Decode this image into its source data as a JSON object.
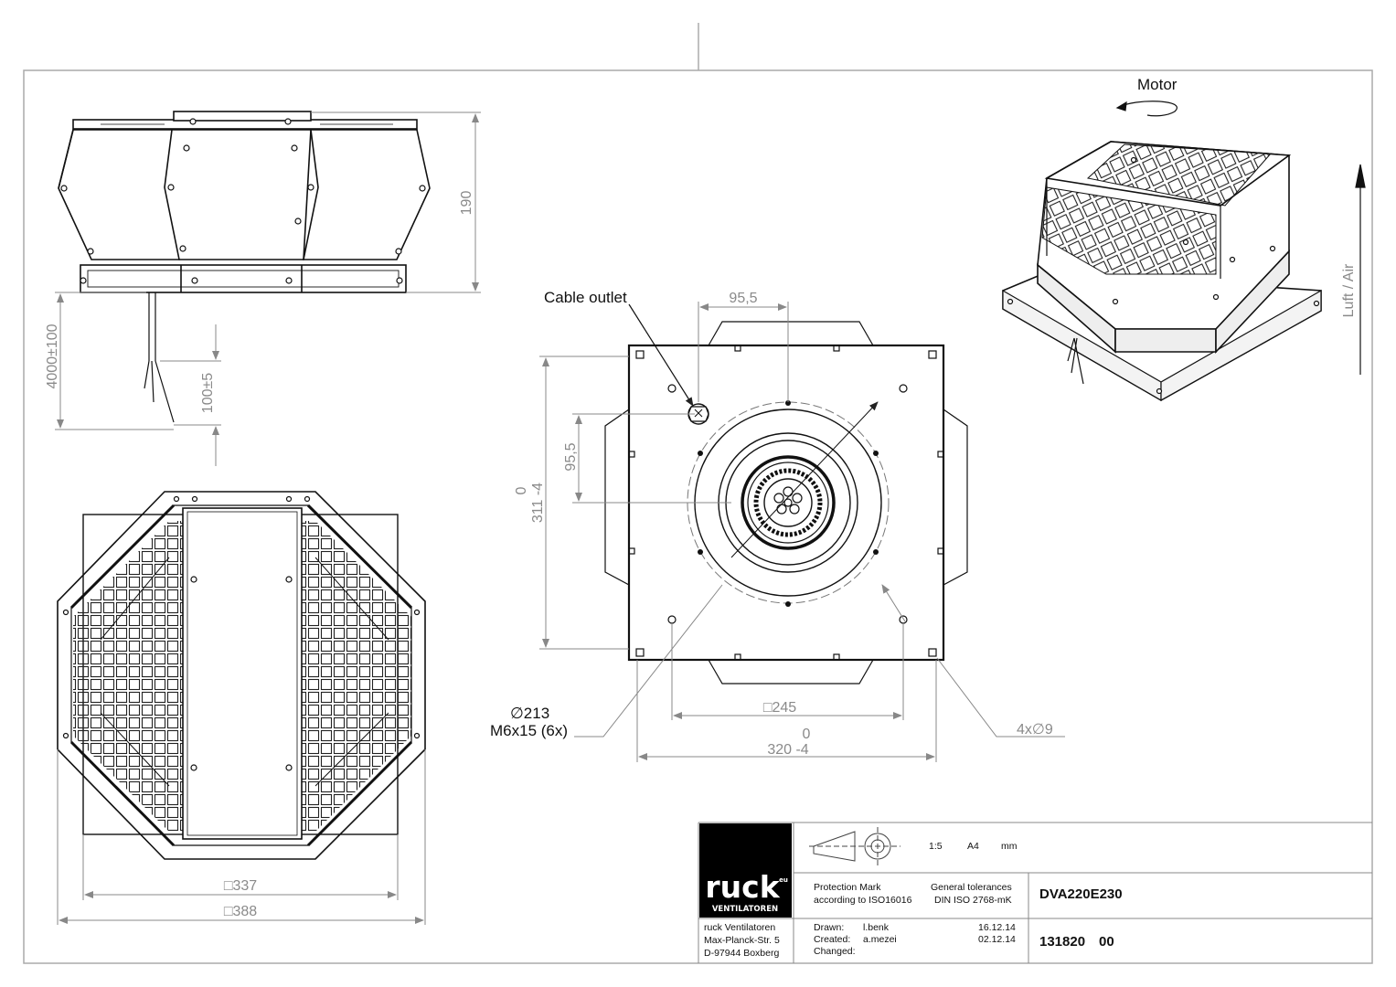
{
  "annotations": {
    "motor": "Motor",
    "luft_air": "Luft / Air",
    "cable_outlet": "Cable outlet",
    "dia213": "∅213",
    "m6x15": "M6x15 (6x)",
    "holes": "4x∅9"
  },
  "dimensions": {
    "d190": "190",
    "d4000": "4000±100",
    "d100": "100±5",
    "d95_5_top": "95,5",
    "d95_5_side": "95,5",
    "d311_tol": "0",
    "d311": "311 -4",
    "d245": "□245",
    "d320_tol": "0",
    "d320": "320 -4",
    "d337": "□337",
    "d388": "□388"
  },
  "title_block": {
    "logo_main": "ruck",
    "logo_sup": "eu",
    "logo_sub": "VENTILATOREN",
    "scale": "1:5",
    "format": "A4",
    "units": "mm",
    "protection_line1": "Protection Mark",
    "protection_line2": "according to ISO16016",
    "tolerance_line1": "General tolerances",
    "tolerance_line2": "DIN ISO 2768-mK",
    "model": "DVA220E230",
    "company": "ruck Ventilatoren",
    "street": "Max-Planck-Str. 5",
    "city": "D-97944 Boxberg",
    "drawn_label": "Drawn:",
    "drawn_name": "l.benk",
    "drawn_date": "16.12.14",
    "created_label": "Created:",
    "created_name": "a.mezei",
    "created_date": "02.12.14",
    "changed_label": "Changed:",
    "drawing_number": "131820",
    "revision": "00"
  }
}
